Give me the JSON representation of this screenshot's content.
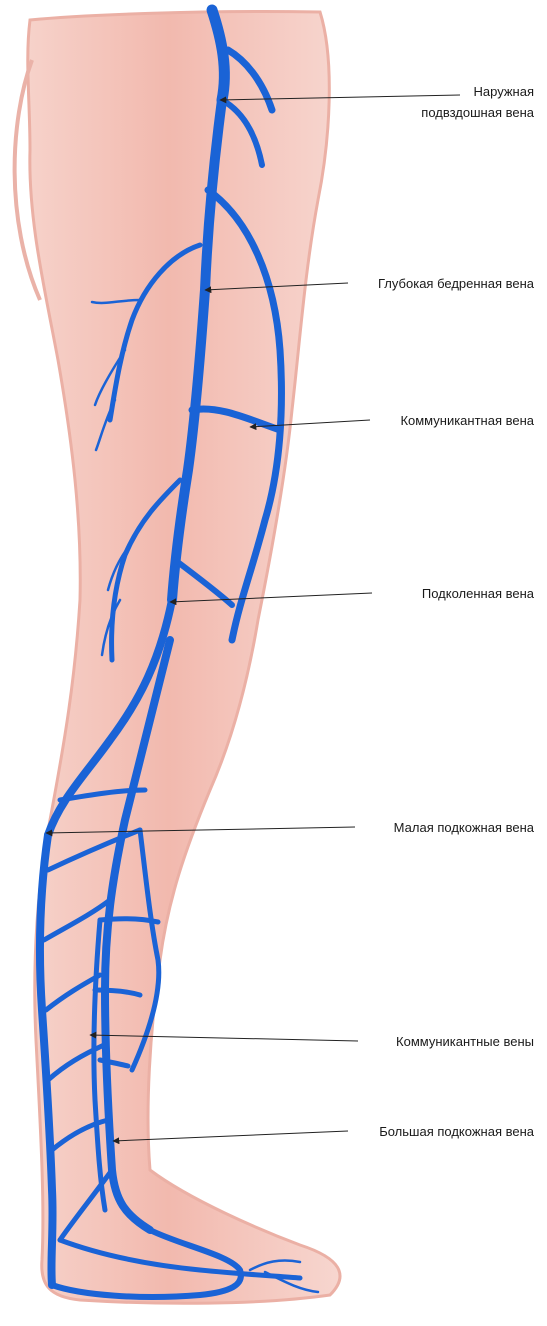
{
  "colors": {
    "skin": "#f4c8bf",
    "skin_edge": "#e9a79c",
    "vein": "#1a63d6",
    "vein_dark": "#0f48a8",
    "pointer": "#222222"
  },
  "labels": {
    "external_iliac_line1": "Наружная",
    "external_iliac_line2": "подвздошная вена",
    "deep_femoral": "Глубокая бедренная вена",
    "communicating": "Коммуникантная вена",
    "popliteal": "Подколенная вена",
    "small_saphenous": "Малая подкожная вена",
    "communicating_plural": "Коммуникантные вены",
    "great_saphenous": "Большая подкожная вена"
  }
}
